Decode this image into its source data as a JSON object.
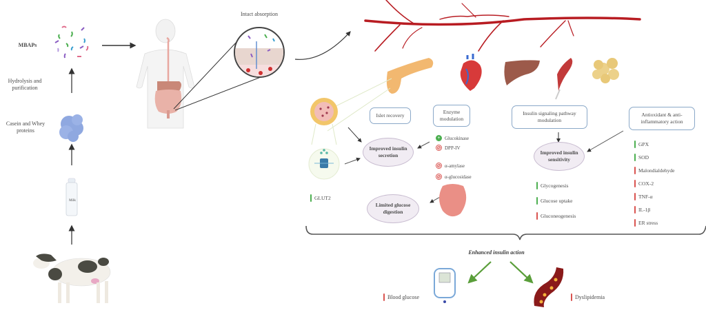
{
  "left_pathway": {
    "mbaps_label": "MBAPs",
    "hydrolysis_label": "Hydrolysis and purification",
    "proteins_label": "Casein and Whey proteins",
    "milk_label": "Milk"
  },
  "absorption": {
    "title": "Intact absorption"
  },
  "organs": [
    "pancreas",
    "heart",
    "liver",
    "muscle",
    "adipose-tissue"
  ],
  "mechanisms": {
    "islet_recovery": "Islet recovery",
    "enzyme_modulation": "Enzyme modulation",
    "insulin_signaling": "Insulin signaling pathway modulation",
    "antioxidant": "Antioxidant & anti-inflammatory action"
  },
  "outcomes": {
    "improved_secretion": "Improved insulin secretion",
    "limited_digestion": "Limited glucose digestion",
    "improved_sensitivity": "Improved insulin sensitivity"
  },
  "glut2": {
    "label": "GLUT2",
    "direction": "up"
  },
  "enzymes": [
    {
      "label": "Glucokinase",
      "effect": "activate"
    },
    {
      "label": "DPP-IV",
      "effect": "inhibit"
    },
    {
      "label": "α-amylase",
      "effect": "inhibit"
    },
    {
      "label": "α-glucosidase",
      "effect": "inhibit"
    }
  ],
  "signaling_effects": [
    {
      "label": "Glycogenesis",
      "direction": "up"
    },
    {
      "label": "Glucose uptake",
      "direction": "up"
    },
    {
      "label": "Gluconeogenesis",
      "direction": "down"
    }
  ],
  "antioxidant_effects": [
    {
      "label": "GPX",
      "direction": "up"
    },
    {
      "label": "SOD",
      "direction": "up"
    },
    {
      "label": "Malondialdehyde",
      "direction": "down"
    },
    {
      "label": "COX-2",
      "direction": "down"
    },
    {
      "label": "TNF-α",
      "direction": "down"
    },
    {
      "label": "IL-1β",
      "direction": "down"
    },
    {
      "label": "ER stress",
      "direction": "down"
    }
  ],
  "summary": {
    "title": "Enhanced insulin action",
    "results": [
      {
        "label": "Blood glucose",
        "direction": "down"
      },
      {
        "label": "Dyslipidemia",
        "direction": "down"
      }
    ]
  },
  "colors": {
    "up": "#4caf50",
    "down": "#d9534f",
    "box_border": "#8aa8c8",
    "oval_fill": "#f1ecf3",
    "vessel": "#b81c22",
    "arrow_green": "#5a9e3a"
  }
}
